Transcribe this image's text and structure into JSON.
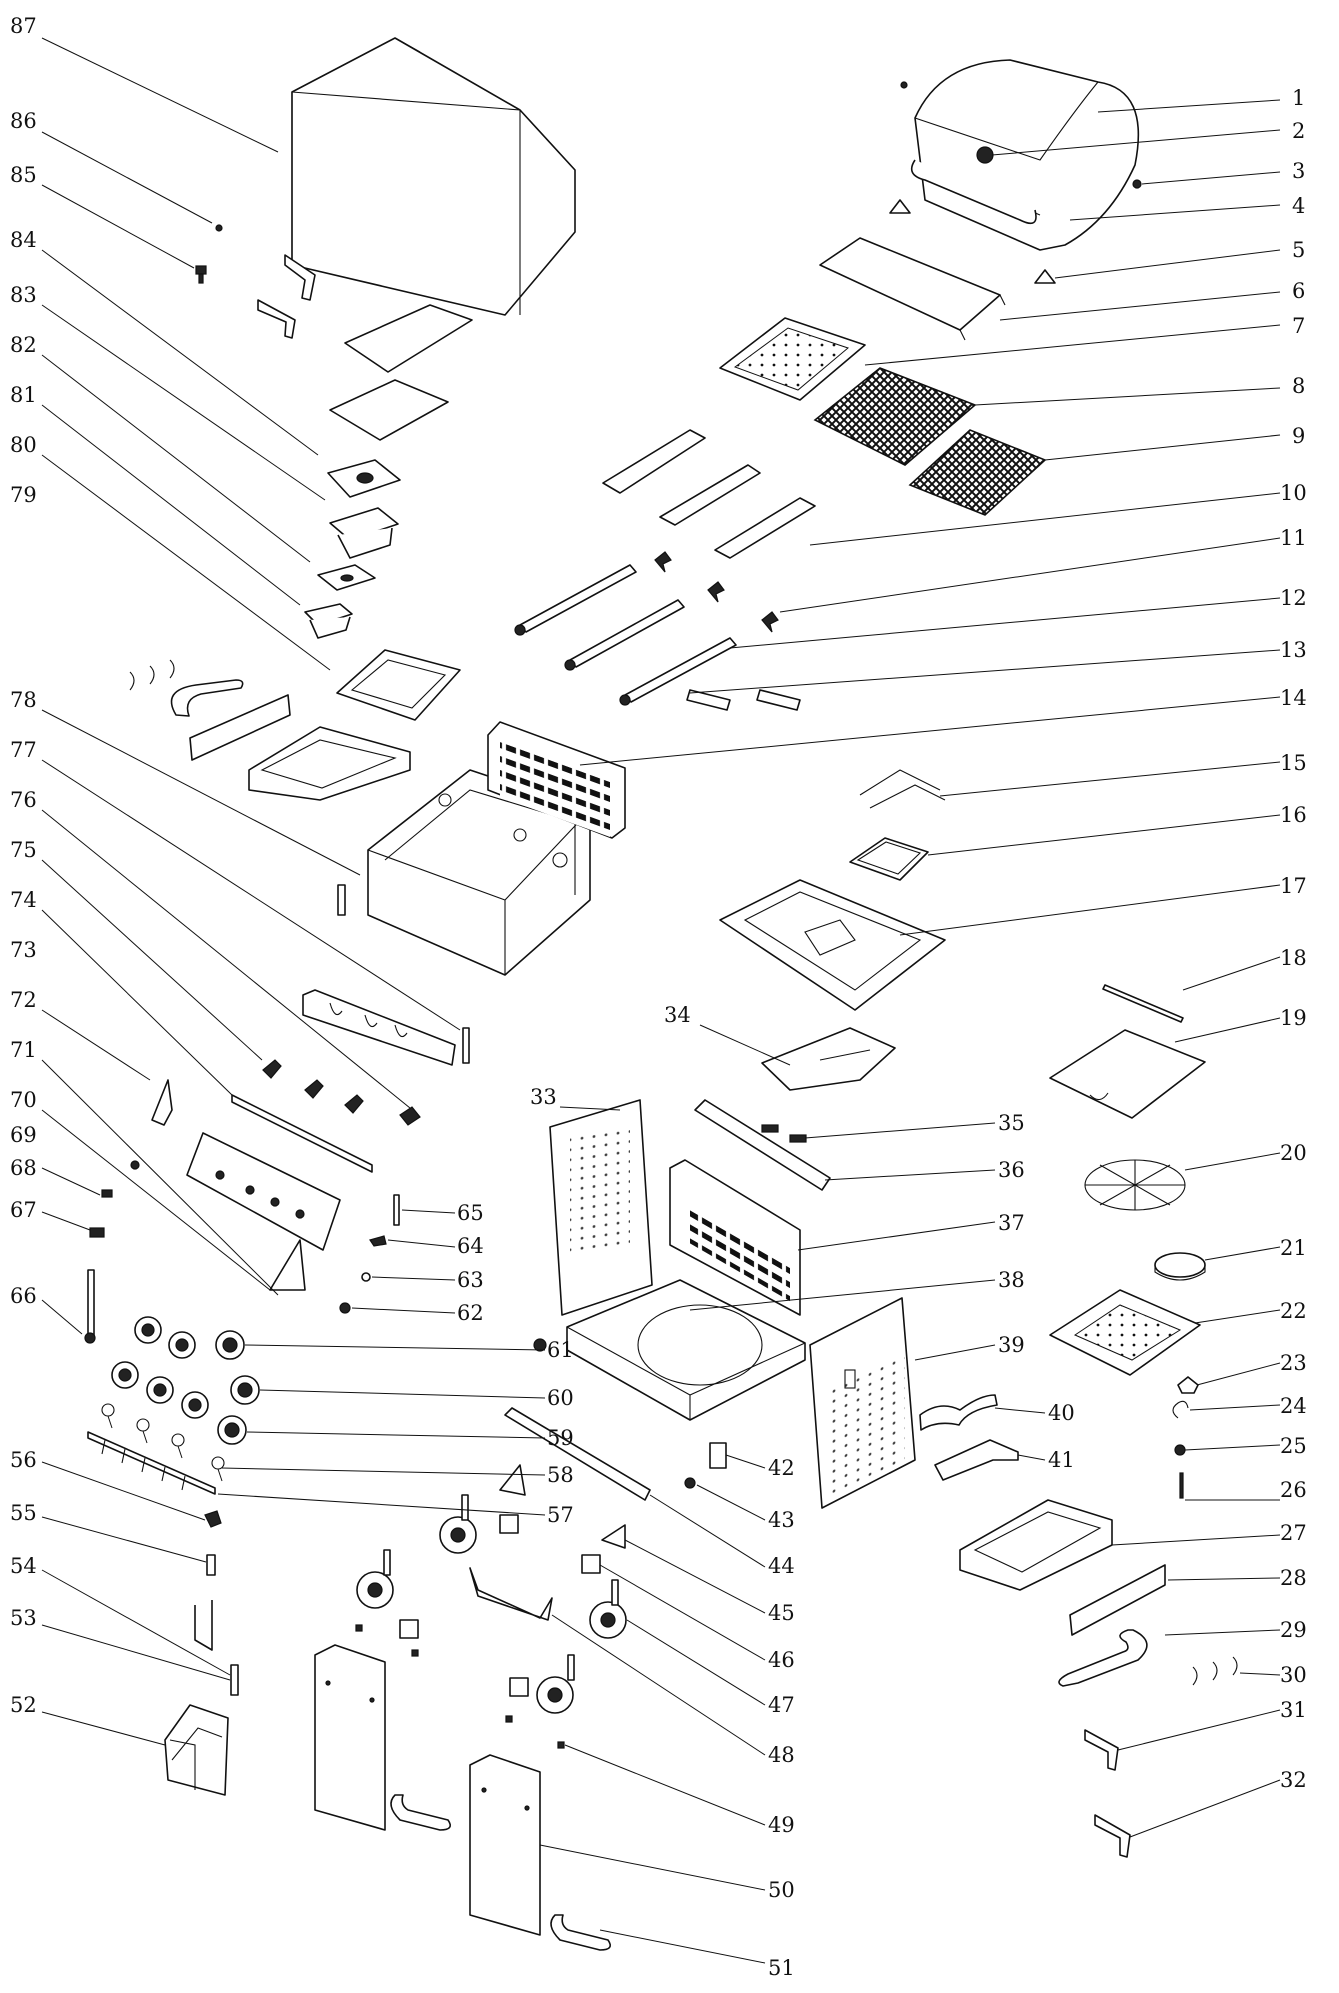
{
  "callouts": {
    "left": [
      "87",
      "86",
      "85",
      "84",
      "83",
      "82",
      "81",
      "80",
      "79",
      "78",
      "77",
      "76",
      "75",
      "74",
      "73",
      "72",
      "71",
      "70",
      "69",
      "68",
      "67",
      "66",
      "56",
      "55",
      "54",
      "53",
      "52"
    ],
    "right": [
      "1",
      "2",
      "3",
      "4",
      "5",
      "6",
      "7",
      "8",
      "9",
      "10",
      "11",
      "12",
      "13",
      "14",
      "15",
      "16",
      "17",
      "18",
      "19",
      "20",
      "21",
      "22",
      "23",
      "24",
      "25",
      "26",
      "27",
      "28",
      "29",
      "30",
      "31",
      "32"
    ],
    "center": [
      "65",
      "64",
      "63",
      "62",
      "61",
      "60",
      "59",
      "58",
      "57",
      "34",
      "33",
      "35",
      "36",
      "37",
      "38",
      "39",
      "40",
      "41",
      "42",
      "43",
      "44",
      "45",
      "46",
      "47",
      "48",
      "49",
      "50",
      "51"
    ]
  }
}
